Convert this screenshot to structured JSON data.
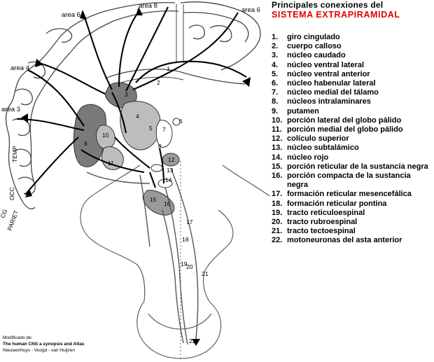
{
  "title": {
    "line1": "Principales conexiones del",
    "line2": "SISTEMA EXTRAPIRAMIDAL"
  },
  "colors": {
    "title_accent": "#e00000",
    "dark_nuclei": "#7a7a7a",
    "light_nuclei": "#bdbdbd",
    "lines": "#000000"
  },
  "diagram_labels": {
    "area8": "area 8",
    "area6_left": "area 6",
    "area6_right": "area 6",
    "area4": "area 4",
    "area3": "area 3",
    "cortex_labels": [
      "TEMP",
      "OCC",
      "PARIET",
      "CG"
    ],
    "numbers": [
      "1",
      "2",
      "3",
      "4",
      "5",
      "6",
      "7",
      "8",
      "9",
      "10",
      "11",
      "12",
      "13",
      "14",
      "15",
      "16",
      "17",
      "18",
      "19",
      "20",
      "21",
      "22"
    ]
  },
  "legend": [
    {
      "num": "1.",
      "label": "giro cingulado"
    },
    {
      "num": "2.",
      "label": "cuerpo calloso"
    },
    {
      "num": "3.",
      "label": "núcleo caudado"
    },
    {
      "num": "4.",
      "label": "núcleo ventral lateral"
    },
    {
      "num": "5.",
      "label": "núcleo ventral anterior"
    },
    {
      "num": "6.",
      "label": "núcleo habenular lateral"
    },
    {
      "num": "7.",
      "label": "núcleo medial del tálamo"
    },
    {
      "num": "8.",
      "label": "núcleos intralaminares"
    },
    {
      "num": "9.",
      "label": "putamen"
    },
    {
      "num": "10.",
      "label": "porción lateral del globo pálido"
    },
    {
      "num": "11.",
      "label": "porción medial del globo pálido"
    },
    {
      "num": "12.",
      "label": "colículo superior"
    },
    {
      "num": "13.",
      "label": "núcleo subtalámico"
    },
    {
      "num": "14.",
      "label": "núcleo rojo"
    },
    {
      "num": "15.",
      "label": "porción reticular de la sustancia negra"
    },
    {
      "num": "16.",
      "label": "porción compacta de la sustancia negra"
    },
    {
      "num": "17.",
      "label": "formación reticular mesencefálica"
    },
    {
      "num": "18.",
      "label": "formación reticular pontina"
    },
    {
      "num": "19.",
      "label": "tracto reticuloespinal"
    },
    {
      "num": "20.",
      "label": "tracto rubroespinal"
    },
    {
      "num": "21.",
      "label": "tracto tectoespinal"
    },
    {
      "num": "22.",
      "label": "motoneuronas del asta anterior"
    }
  ],
  "credits": {
    "line1": "Modificado de:",
    "line2": "The human CNS a synopsis and Atlas",
    "line3": "Nieuwenhuys - Voogd - van Huijzen"
  }
}
